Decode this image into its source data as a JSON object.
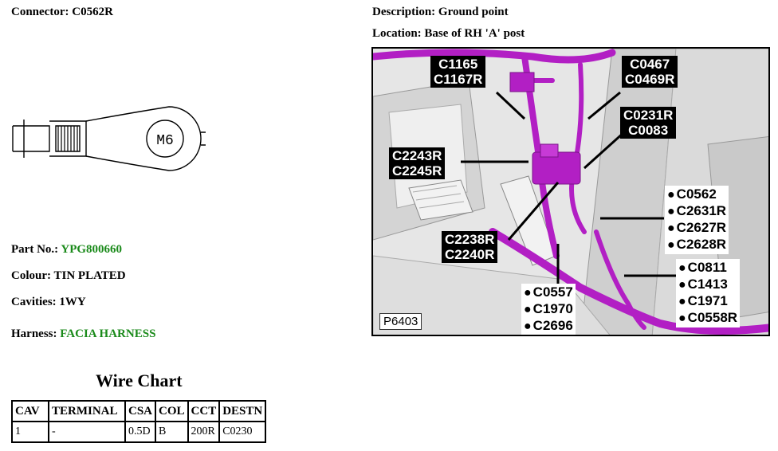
{
  "connector": {
    "label": "Connector:",
    "value": "C0562R"
  },
  "description": {
    "label": "Description:",
    "value": "Ground point"
  },
  "location": {
    "label": "Location:",
    "value": "Base of RH 'A' post"
  },
  "terminal_drawing": {
    "marking": "M6"
  },
  "part_no": {
    "label": "Part No.:",
    "value": "YPG800660"
  },
  "colour": {
    "label": "Colour:",
    "value": "TIN PLATED"
  },
  "cavities": {
    "label": "Cavities:",
    "value": "1WY"
  },
  "harness": {
    "label": "Harness:",
    "value": "FACIA HARNESS"
  },
  "wire_chart": {
    "title": "Wire Chart",
    "headers": [
      "CAV",
      "TERMINAL",
      "CSA",
      "COL",
      "CCT",
      "DESTN"
    ],
    "rows": [
      [
        "1",
        "-",
        "0.5D",
        "B",
        "200R",
        "C0230"
      ]
    ]
  },
  "location_picture": {
    "figure_code": "P6403",
    "callouts": {
      "c1165": [
        "C1165",
        "C1167R"
      ],
      "c0467": [
        "C0467",
        "C0469R"
      ],
      "c0231": [
        "C0231R",
        "C0083"
      ],
      "c2243": [
        "C2243R",
        "C2245R"
      ],
      "c2238": [
        "C2238R",
        "C2240R"
      ],
      "c0562": [
        "C0562",
        "C2631R",
        "C2627R",
        "C2628R"
      ],
      "c0811": [
        "C0811",
        "C1413",
        "C1971",
        "C0558R"
      ],
      "c0557": [
        "C0557",
        "C1970",
        "C2696"
      ]
    },
    "colors": {
      "harness": "#b21fc4",
      "harness_dark": "#7a1488",
      "background": "#e9e9e9"
    }
  }
}
